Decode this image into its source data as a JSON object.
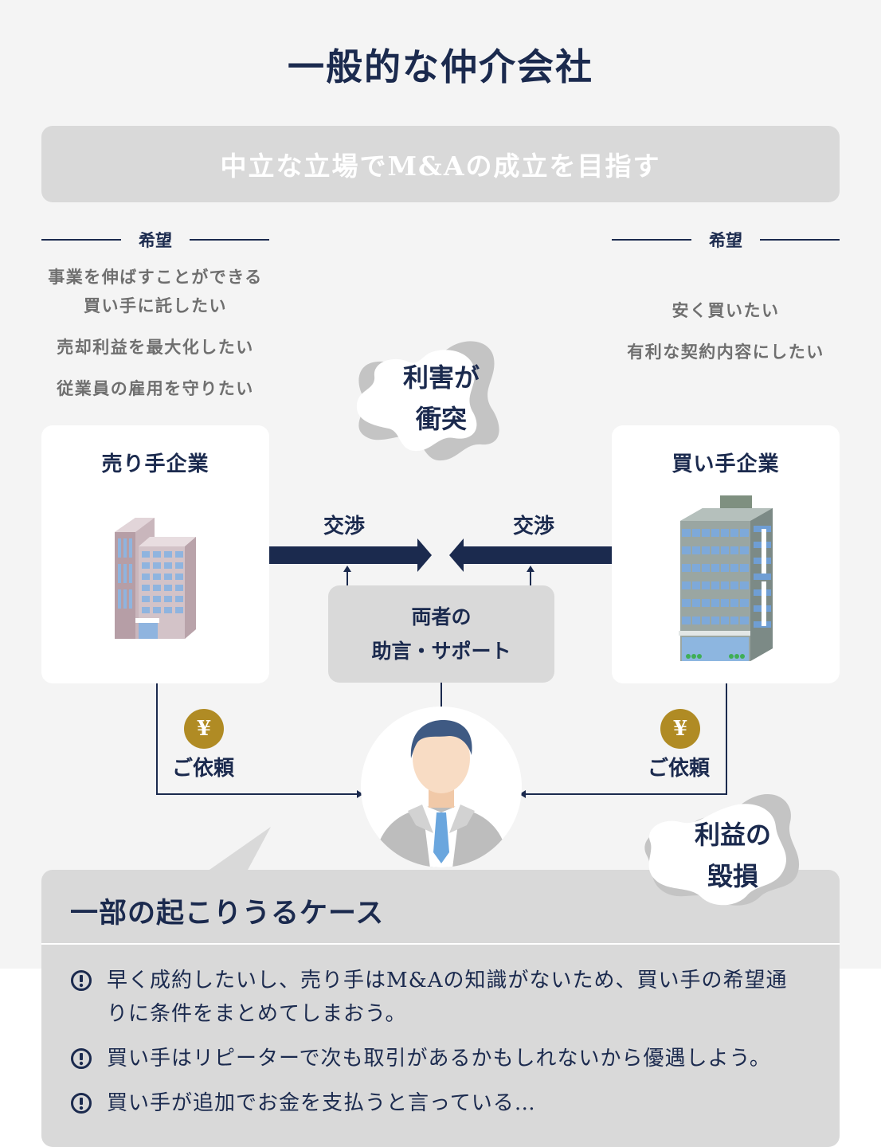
{
  "title": "一般的な仲介会社",
  "banner": "中立な立場でM&Aの成立を目指す",
  "seller": {
    "wish_label": "希望",
    "wishes": [
      "事業を伸ばすことができる",
      "買い手に託したい",
      "売却利益を最大化したい",
      "従業員の雇用を守りたい"
    ],
    "card_title": "売り手企業",
    "negotiation": "交渉",
    "yen": "¥",
    "request": "ご依頼"
  },
  "buyer": {
    "wish_label": "希望",
    "wishes": [
      "安く買いたい",
      "有利な契約内容にしたい"
    ],
    "card_title": "買い手企業",
    "negotiation": "交渉",
    "yen": "¥",
    "request": "ご依頼"
  },
  "conflict": {
    "line1": "利害が",
    "line2": "衝突"
  },
  "damage": {
    "line1": "利益の",
    "line2": "毀損"
  },
  "support": {
    "line1": "両者の",
    "line2": "助言・サポート"
  },
  "cases": {
    "heading": "一部の起こりうるケース",
    "items": [
      {
        "line1": "早く成約したいし、売り手はM&Aの知識がないため、買い手の希望通",
        "line2": "りに条件をまとめてしまおう。"
      },
      {
        "line1": "買い手はリピーターで次も取引があるかもしれないから優遇しよう。"
      },
      {
        "line1": "買い手が追加でお金を支払うと言っている…"
      }
    ]
  },
  "colors": {
    "navy": "#1b2a4e",
    "gray_box": "#d9d9d9",
    "gold": "#b08b24",
    "background": "#f4f4f4"
  }
}
